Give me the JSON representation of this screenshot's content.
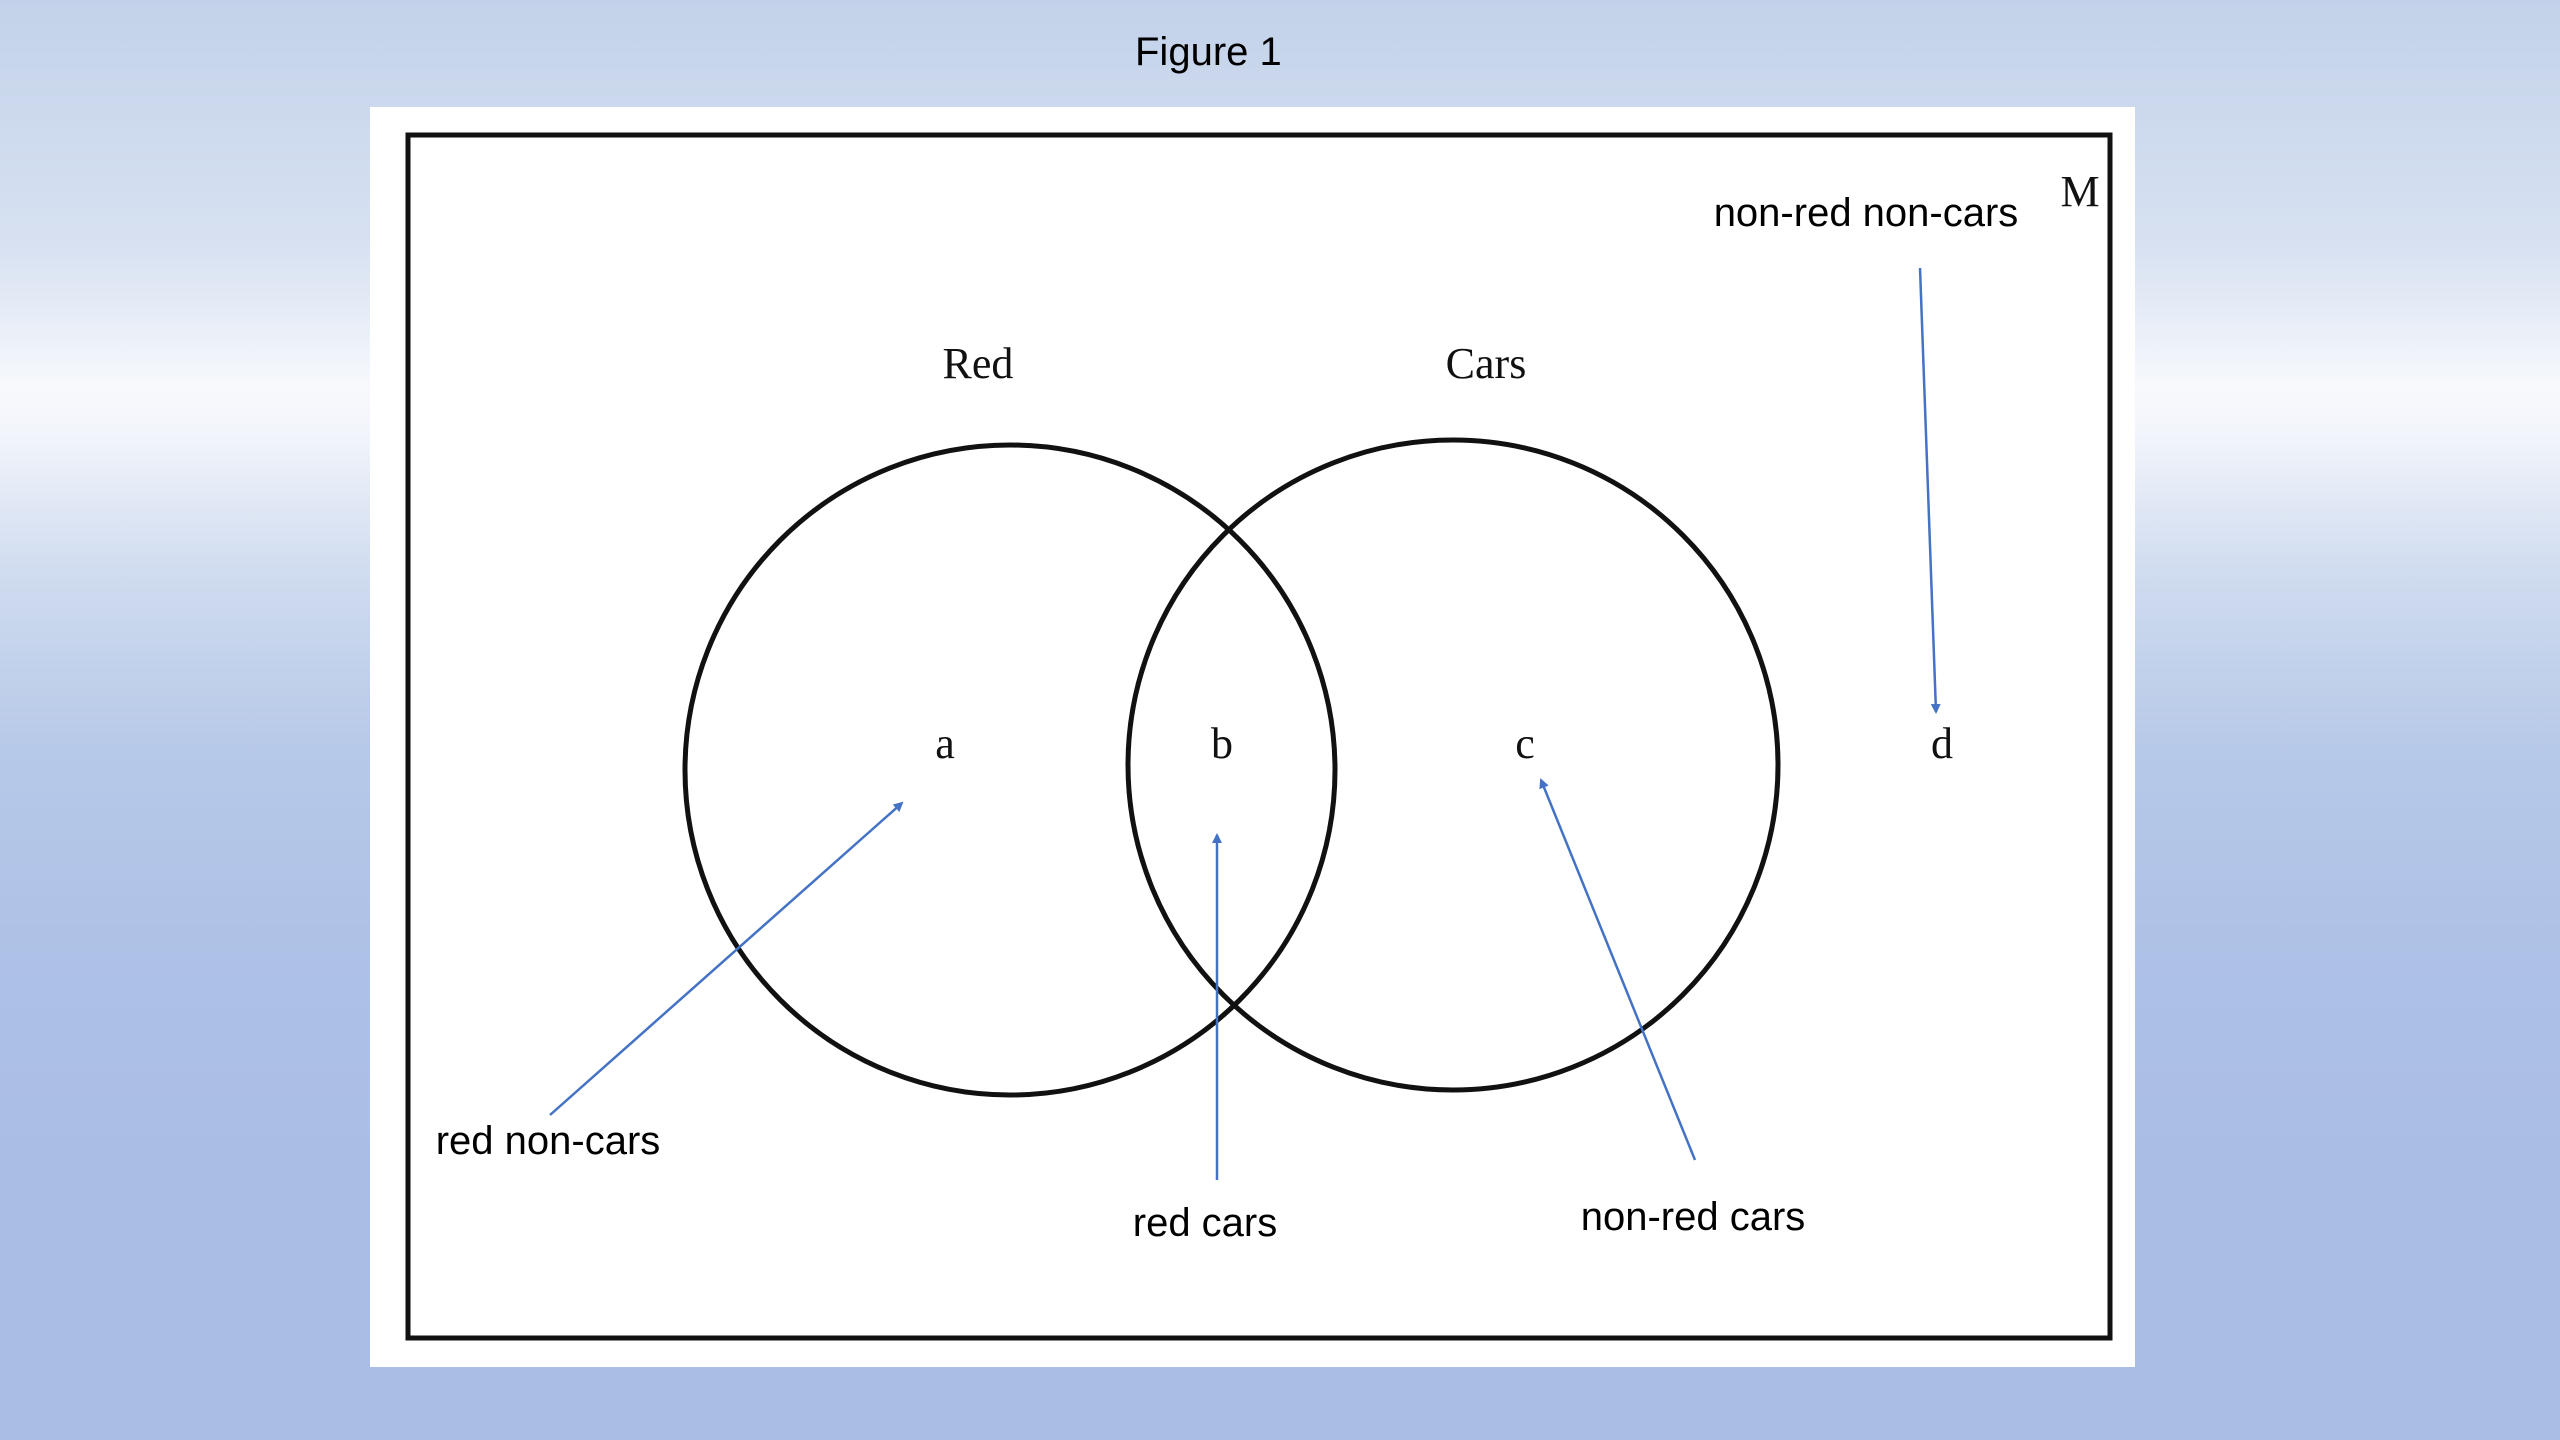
{
  "figure": {
    "title": "Figure 1"
  },
  "diagram": {
    "universe_label": "M",
    "sets": [
      {
        "label": "Red"
      },
      {
        "label": "Cars"
      }
    ],
    "regions": {
      "a": "a",
      "b": "b",
      "c": "c",
      "d": "d"
    },
    "annotations": {
      "red_non_cars": "red non-cars",
      "red_cars": "red cars",
      "non_red_cars": "non-red cars",
      "non_red_non_cars": "non-red non-cars"
    },
    "colors": {
      "outline": "#111111",
      "arrow": "#4472c4",
      "background_panel": "#ffffff"
    }
  }
}
